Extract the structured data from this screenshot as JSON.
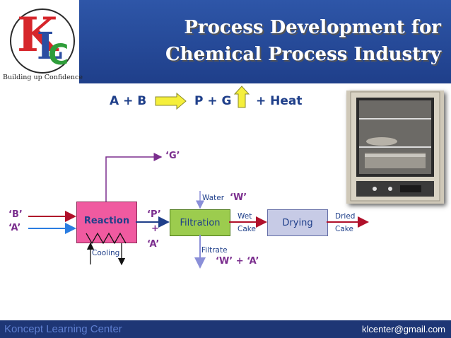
{
  "header": {
    "title_line1": "Process Development for",
    "title_line2": "Chemical Process Industry"
  },
  "logo": {
    "letter_k": "K",
    "letter_l": "L",
    "letter_c": "C",
    "tagline": "Building up Confidence"
  },
  "equation": {
    "reactants": "A + B",
    "products": "P + G",
    "heat": "+ Heat"
  },
  "diagram": {
    "reaction_label": "Reaction",
    "filtration_label": "Filtration",
    "drying_label": "Drying",
    "feed_b": "‘B’",
    "feed_a": "‘A’",
    "gas_out": "‘G’",
    "product_p": "‘P’",
    "plus": "+",
    "product_a": "‘A’",
    "water_label": "Water",
    "water_stream": "‘W’",
    "wet_label": "Wet",
    "cake_label_1": "Cake",
    "dried_label": "Dried",
    "cake_label_2": "Cake",
    "filtrate_label": "Filtrate",
    "filtrate_stream": "‘W’ + ‘A’",
    "cooling_label": "Cooling"
  },
  "colors": {
    "header_blue": "#2e56a8",
    "reaction_pink": "#f05aa0",
    "filtration_green": "#9ccc4e",
    "drying_lavender": "#c7cbe6",
    "stream_purple": "#7b2e8e",
    "arrow_yellow": "#f5ef3b"
  },
  "footer": {
    "left": "Koncept Learning Center",
    "right": "klcenter@gmail.com"
  }
}
